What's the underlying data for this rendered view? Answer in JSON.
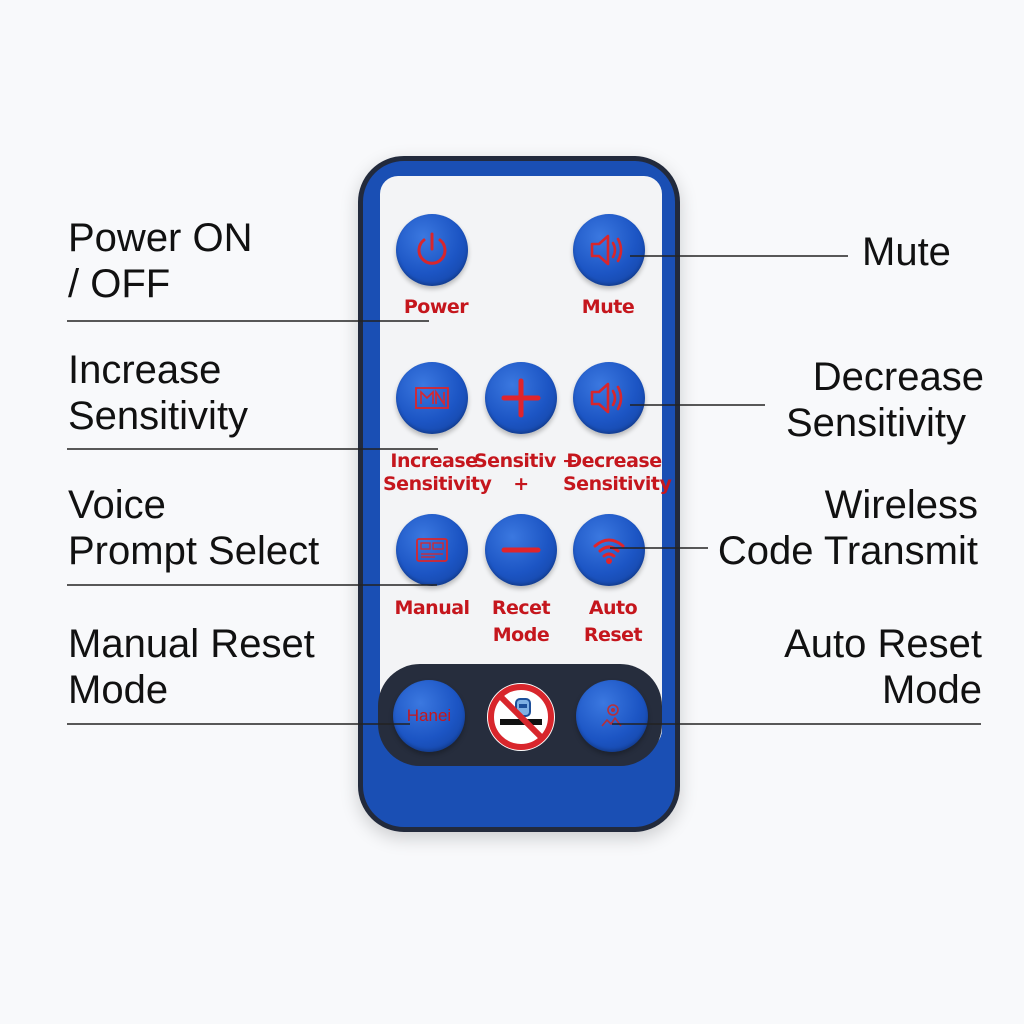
{
  "callouts": {
    "power": [
      "Power ON",
      "/ OFF"
    ],
    "mute": [
      "Mute"
    ],
    "increase_sensitivity": [
      "Increase",
      "Sensitivity"
    ],
    "decrease_sensitivity": [
      "Decrease",
      "Sensitivity"
    ],
    "voice_prompt": [
      "Voice",
      "Prompt Select"
    ],
    "wireless_code": [
      "Wireless",
      "Code Transmit"
    ],
    "manual_reset": [
      "Manual Reset",
      "Mode"
    ],
    "auto_reset": [
      "Auto Reset",
      "Mode"
    ]
  },
  "button_labels": {
    "power": [
      "Power"
    ],
    "mute": [
      "Mute"
    ],
    "increase": [
      "Increase",
      "Sensitivity"
    ],
    "sensitivity_plus": [
      "Sensitiv +",
      "+"
    ],
    "decrease": [
      "Decrease",
      "Sensitivity"
    ],
    "manual": [
      "Manual"
    ],
    "recet_mode": [
      "Recet",
      "Mode"
    ],
    "auto_reset": [
      "Auto",
      "Reset"
    ]
  },
  "dock": {
    "left_button_text": "Hanei"
  },
  "icons": {
    "power": "power-icon",
    "mute": "speaker-icon",
    "increase": "frame-icon",
    "plus": "plus-icon",
    "decrease": "speaker-icon",
    "manual": "panel-icon",
    "minus": "minus-icon",
    "auto": "wifi-icon",
    "no_smoking": "no-smoking-icon",
    "dock_right": "sensor-icon"
  },
  "colors": {
    "remote_body": "#1a4fb4",
    "button_blue": "#1c55c4",
    "label_red": "#c5161d",
    "panel_white": "#f3f4f6",
    "dock_dark": "#262d3d"
  }
}
